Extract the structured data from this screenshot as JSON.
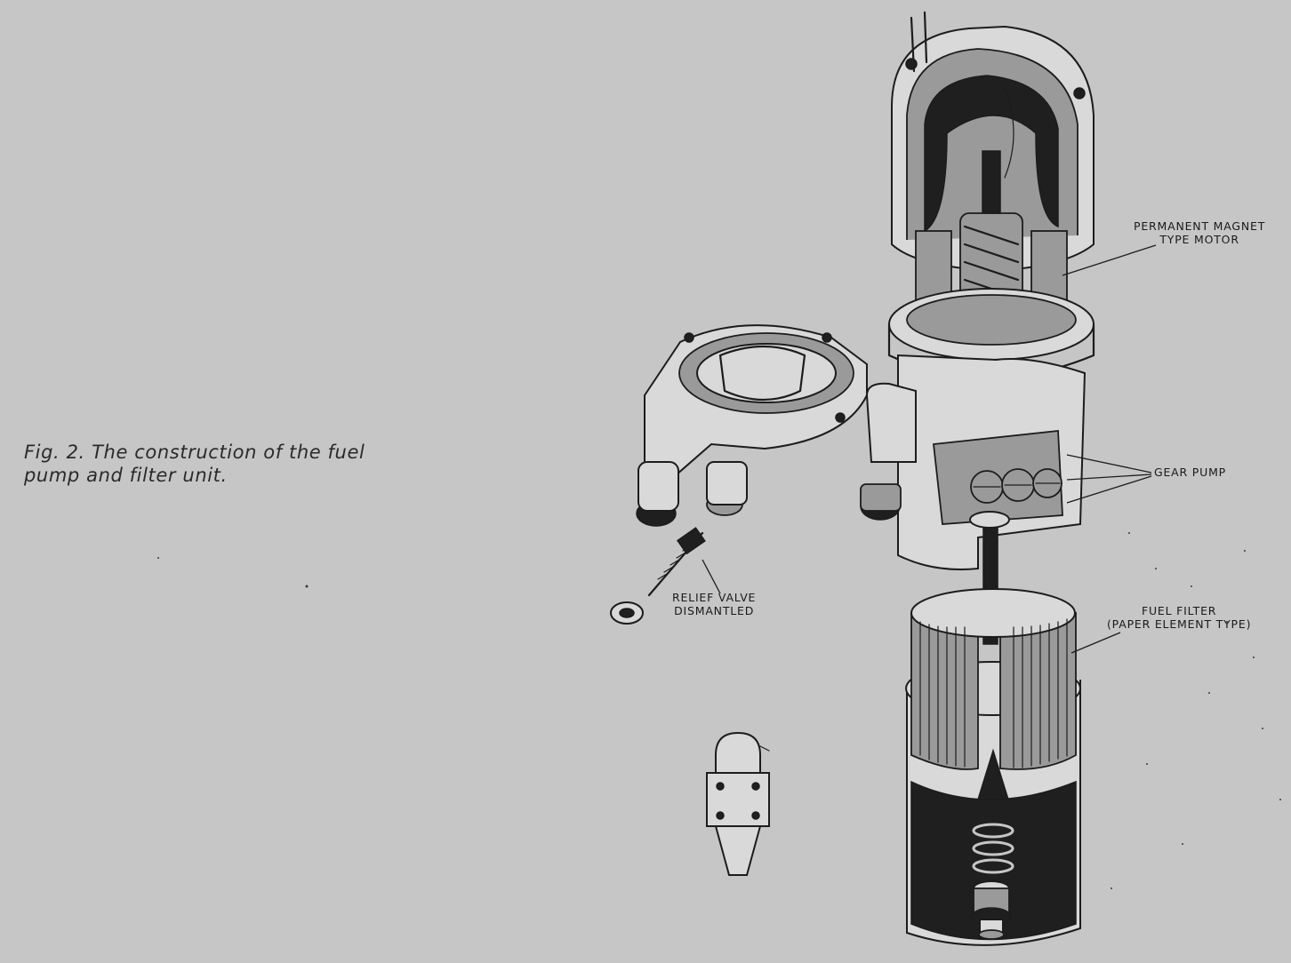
{
  "caption": {
    "line1": "Fig. 2.  The construction of the fuel",
    "line2": "pump and filter unit."
  },
  "labels": {
    "motor": [
      "PERMANENT  MAGNET",
      "TYPE  MOTOR"
    ],
    "gear_pump": "GEAR PUMP",
    "relief_valve": [
      "RELIEF  VALVE",
      "DISMANTLED"
    ],
    "fuel_filter": [
      "FUEL  FILTER",
      "(PAPER  ELEMENT  TYPE)"
    ]
  },
  "colors": {
    "paper": "#c6c6c6",
    "ink": "#1c1c1c"
  }
}
